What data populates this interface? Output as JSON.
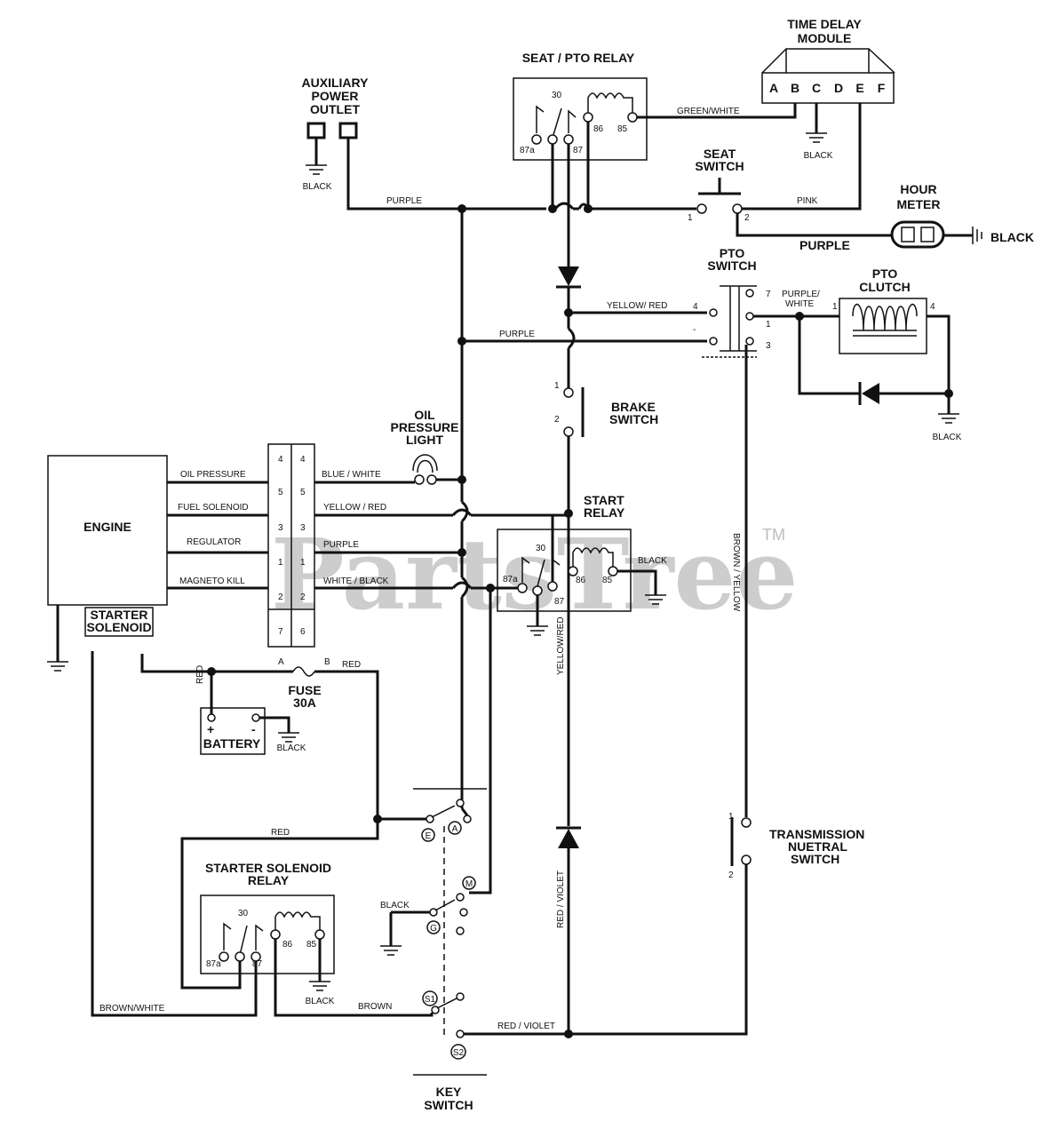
{
  "labels": {
    "time_delay_module": [
      "TIME DELAY",
      "MODULE"
    ],
    "tdm_pins": [
      "A",
      "B",
      "C",
      "D",
      "E",
      "F"
    ],
    "seat_pto_relay": "SEAT / PTO RELAY",
    "aux_outlet": [
      "AUXILIARY",
      "POWER",
      "OUTLET"
    ],
    "seat_switch": [
      "SEAT",
      "SWITCH"
    ],
    "hour_meter": [
      "HOUR",
      "METER"
    ],
    "pto_switch": [
      "PTO",
      "SWITCH"
    ],
    "pto_clutch": [
      "PTO",
      "CLUTCH"
    ],
    "brake_switch": [
      "BRAKE",
      "SWITCH"
    ],
    "oil_pressure_light": [
      "OIL",
      "PRESSURE",
      "LIGHT"
    ],
    "engine": "ENGINE",
    "starter_solenoid": [
      "STARTER",
      "SOLENOID"
    ],
    "start_relay": [
      "START",
      "RELAY"
    ],
    "fuse": [
      "FUSE",
      "30A"
    ],
    "battery": "BATTERY",
    "starter_solenoid_relay": [
      "STARTER SOLENOID",
      "RELAY"
    ],
    "transmission_switch": [
      "TRANSMISSION",
      "NUETRAL",
      "SWITCH"
    ],
    "key_switch": [
      "KEY",
      "SWITCH"
    ],
    "engine_connections": [
      "OIL PRESSURE",
      "FUEL SOLENOID",
      "REGULATOR",
      "MAGNETO KILL"
    ]
  },
  "wires": {
    "green_white": "GREEN/WHITE",
    "purple": "PURPLE",
    "pink": "PINK",
    "black": "BLACK",
    "yellow_red": "YELLOW/ RED",
    "purple_white": [
      "PURPLE/",
      "WHITE"
    ],
    "blue_white": "BLUE / WHITE",
    "yellow_red_2": "YELLOW / RED",
    "white_black": "WHITE / BLACK",
    "red": "RED",
    "brown_white": "BROWN/WHITE",
    "brown": "BROWN",
    "red_violet": "RED / VIOLET",
    "brown_yellow": "BROWN / YELLOW",
    "yellow_red_v": "YELLOW/RED",
    "red_violet_v": "RED / VIOLET"
  },
  "pins": {
    "relay": [
      "30",
      "87a",
      "87",
      "86",
      "85"
    ],
    "connector_left": [
      "4",
      "5",
      "3",
      "1",
      "2",
      "7"
    ],
    "connector_right": [
      "4",
      "5",
      "3",
      "1",
      "2",
      "6"
    ],
    "fuse_ab": [
      "A",
      "B"
    ],
    "battery_pm": [
      "+",
      "-"
    ],
    "key_terminals": [
      "E",
      "A",
      "M",
      "G",
      "S1",
      "S2"
    ],
    "switch_12": [
      "1",
      "2"
    ],
    "pto_pins": [
      "4",
      "7",
      "1",
      "3",
      "-"
    ]
  },
  "watermark": {
    "text": "PartsTree",
    "tm": "TM"
  }
}
